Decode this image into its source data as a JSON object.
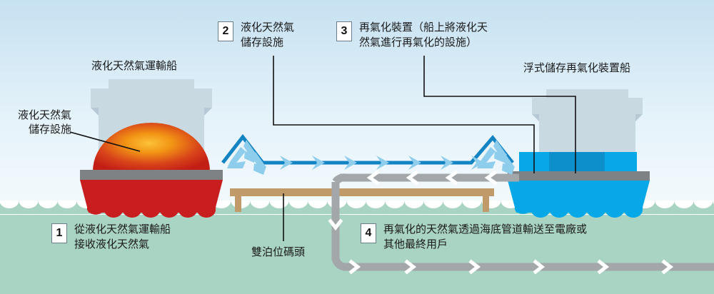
{
  "diagram": {
    "title_labels": {
      "lng_carrier": "液化天然氣運輸船",
      "lng_storage_left": "液化天然氣\n儲存設施",
      "fsru_ship": "浮式儲存再氣化裝置船",
      "jetty": "雙泊位碼頭"
    },
    "steps": [
      {
        "number": "1",
        "text": "從液化天然氣運輸船\n接收液化天然氣"
      },
      {
        "number": "2",
        "text": "液化天然氣\n儲存設施"
      },
      {
        "number": "3",
        "text": "再氣化裝置（船上將液化天\n然氣進行再氣化的設施）"
      },
      {
        "number": "4",
        "text": "再氣化的天然氣透過海底管道輸送至電廠或\n其他最終用戶"
      }
    ],
    "colors": {
      "sky_top": "#c6e1f1",
      "sky_bottom": "#f2f9fd",
      "water": "#a9d3c3",
      "wave_foam": "#ffffff",
      "hull_red": "#c81e20",
      "dome_orange": "#f2a01b",
      "dome_red": "#cc2418",
      "hull_blue": "#06a8e8",
      "tank_blue_dark": "#0d8fcc",
      "deck_gray": "#7f8285",
      "superstructure": "#c9d9e2",
      "pipe_gray": "#a3a7a9",
      "jetty_tan": "#c09a68",
      "arrow_blue": "#1284c4",
      "arrow_blue_light": "#8ecdec",
      "leader_line": "#111111",
      "step_border": "#6b7d8c"
    }
  }
}
